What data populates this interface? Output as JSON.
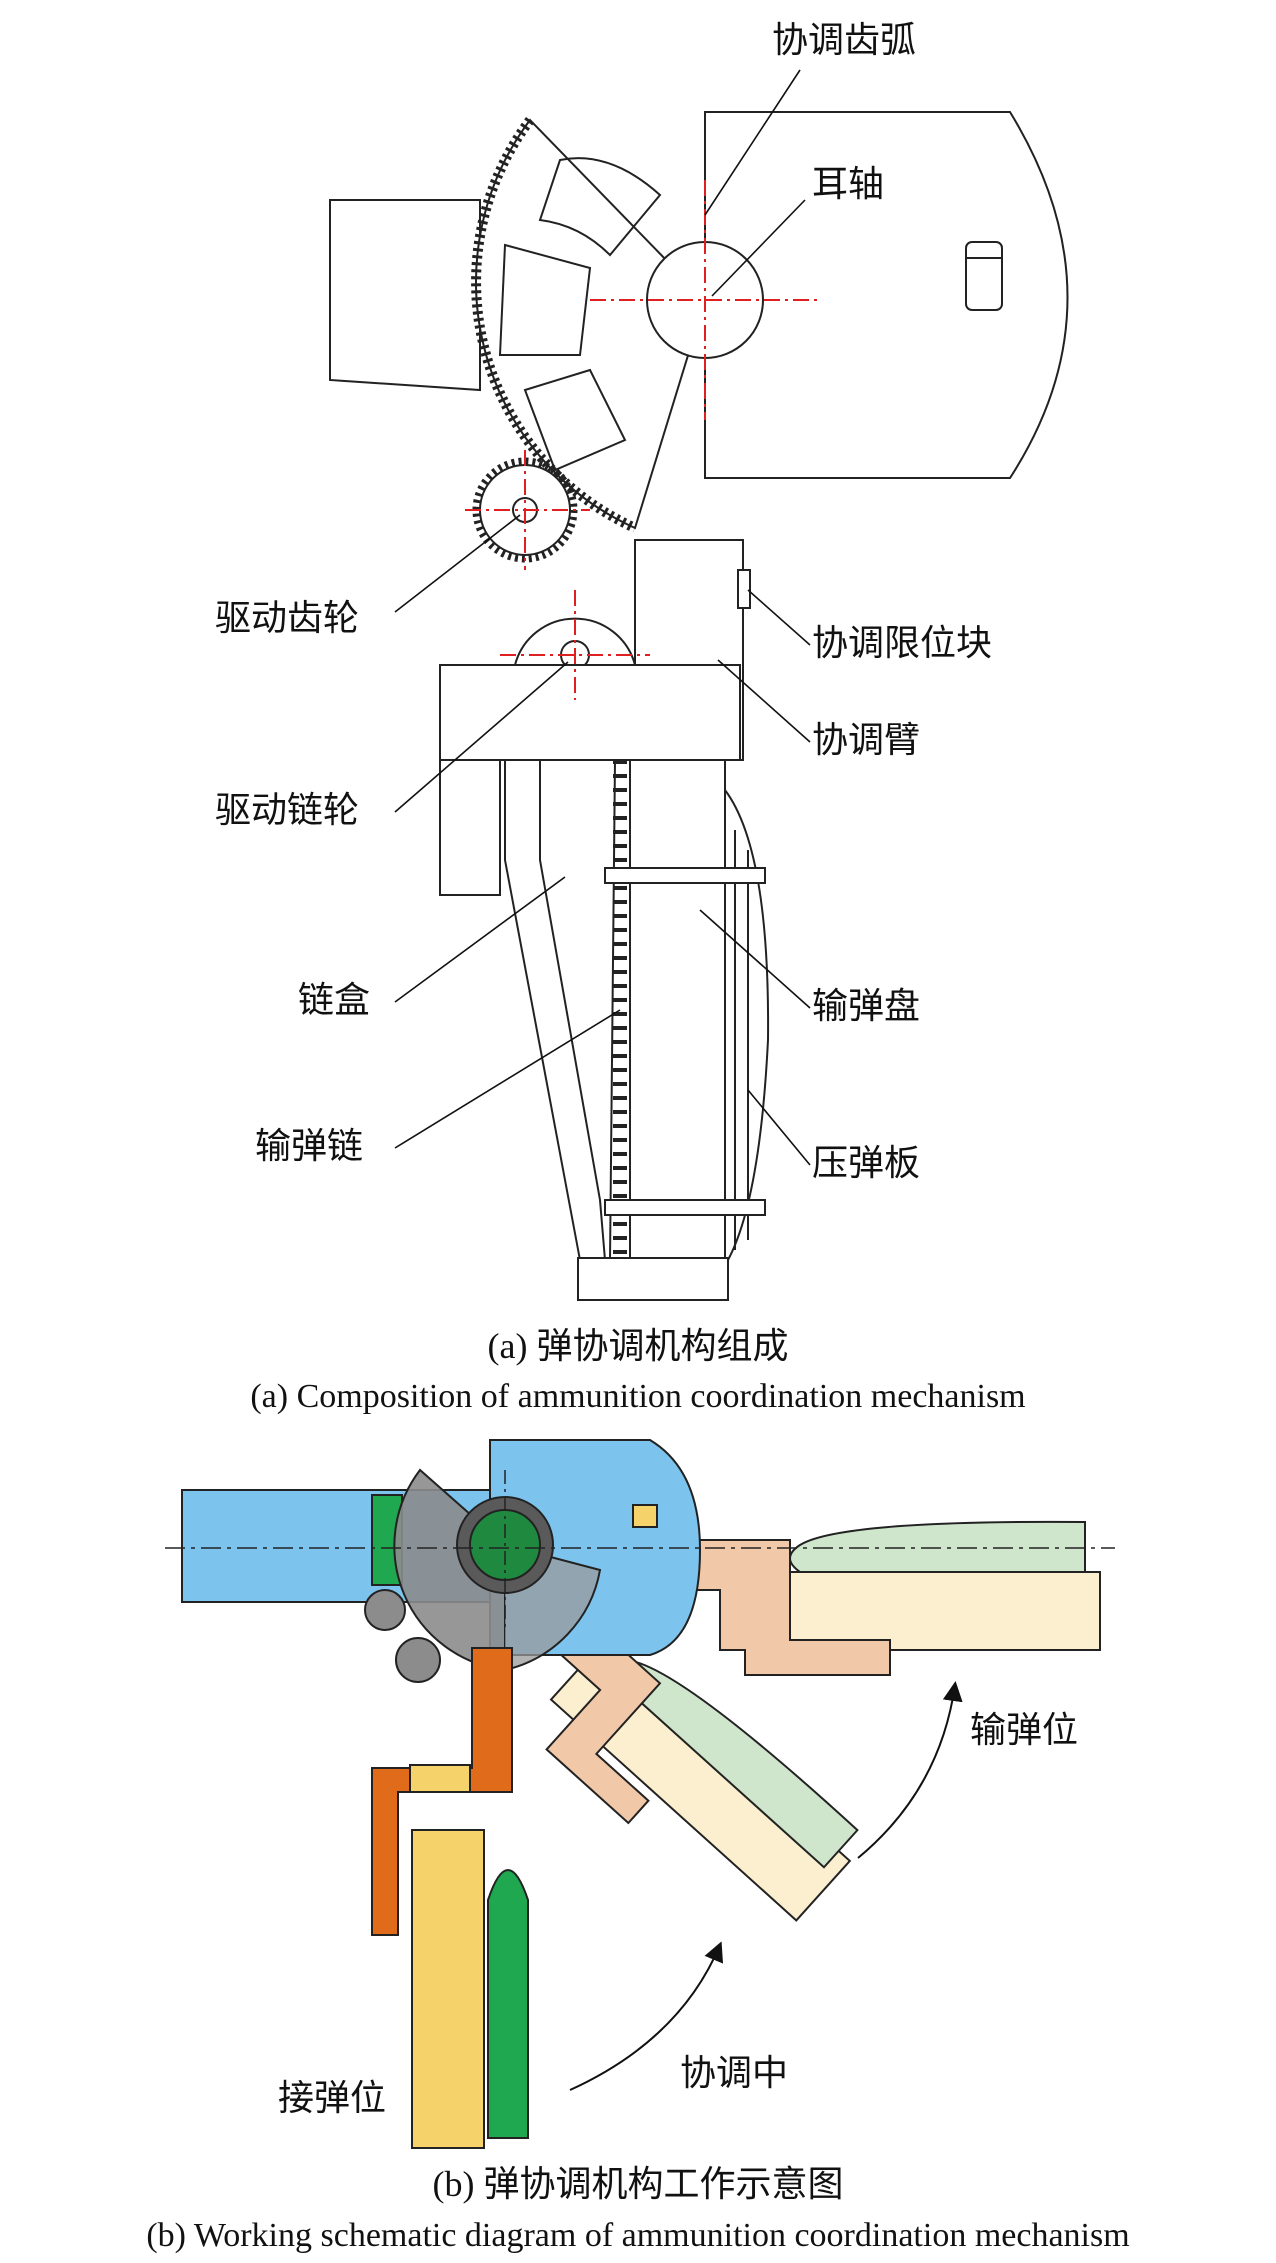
{
  "panel_a": {
    "labels": {
      "coord_gear_arc": "协调齿弧",
      "trunnion": "耳轴",
      "drive_gear": "驱动齿轮",
      "coord_limit_block": "协调限位块",
      "coord_arm": "协调臂",
      "drive_sprocket": "驱动链轮",
      "chain_box": "链盒",
      "feed_tray": "输弹盘",
      "feed_chain": "输弹链",
      "press_plate": "压弹板"
    },
    "caption_cn": "(a) 弹协调机构组成",
    "caption_en": "(a) Composition of ammunition coordination mechanism"
  },
  "panel_b": {
    "labels": {
      "feed_position": "输弹位",
      "coordinating": "协调中",
      "receive_position": "接弹位"
    },
    "caption_cn": "(b) 弹协调机构工作示意图",
    "caption_en": "(b) Working schematic diagram of ammunition coordination mechanism"
  },
  "colors": {
    "line": "#222222",
    "centerline": "#e02020",
    "breech_blue": "#7cc4ee",
    "tray_yellow": "#f5d26a",
    "shell_green": "#1fa84f",
    "arm_orange": "#e06b1a",
    "gear_gray": "#8c8c8c",
    "ghost_tray": "#fbefcf",
    "ghost_shell": "#cfe6cc",
    "ghost_arm": "#f2c9a8"
  },
  "icons": {
    "arrow": "curved-arrow-icon"
  }
}
